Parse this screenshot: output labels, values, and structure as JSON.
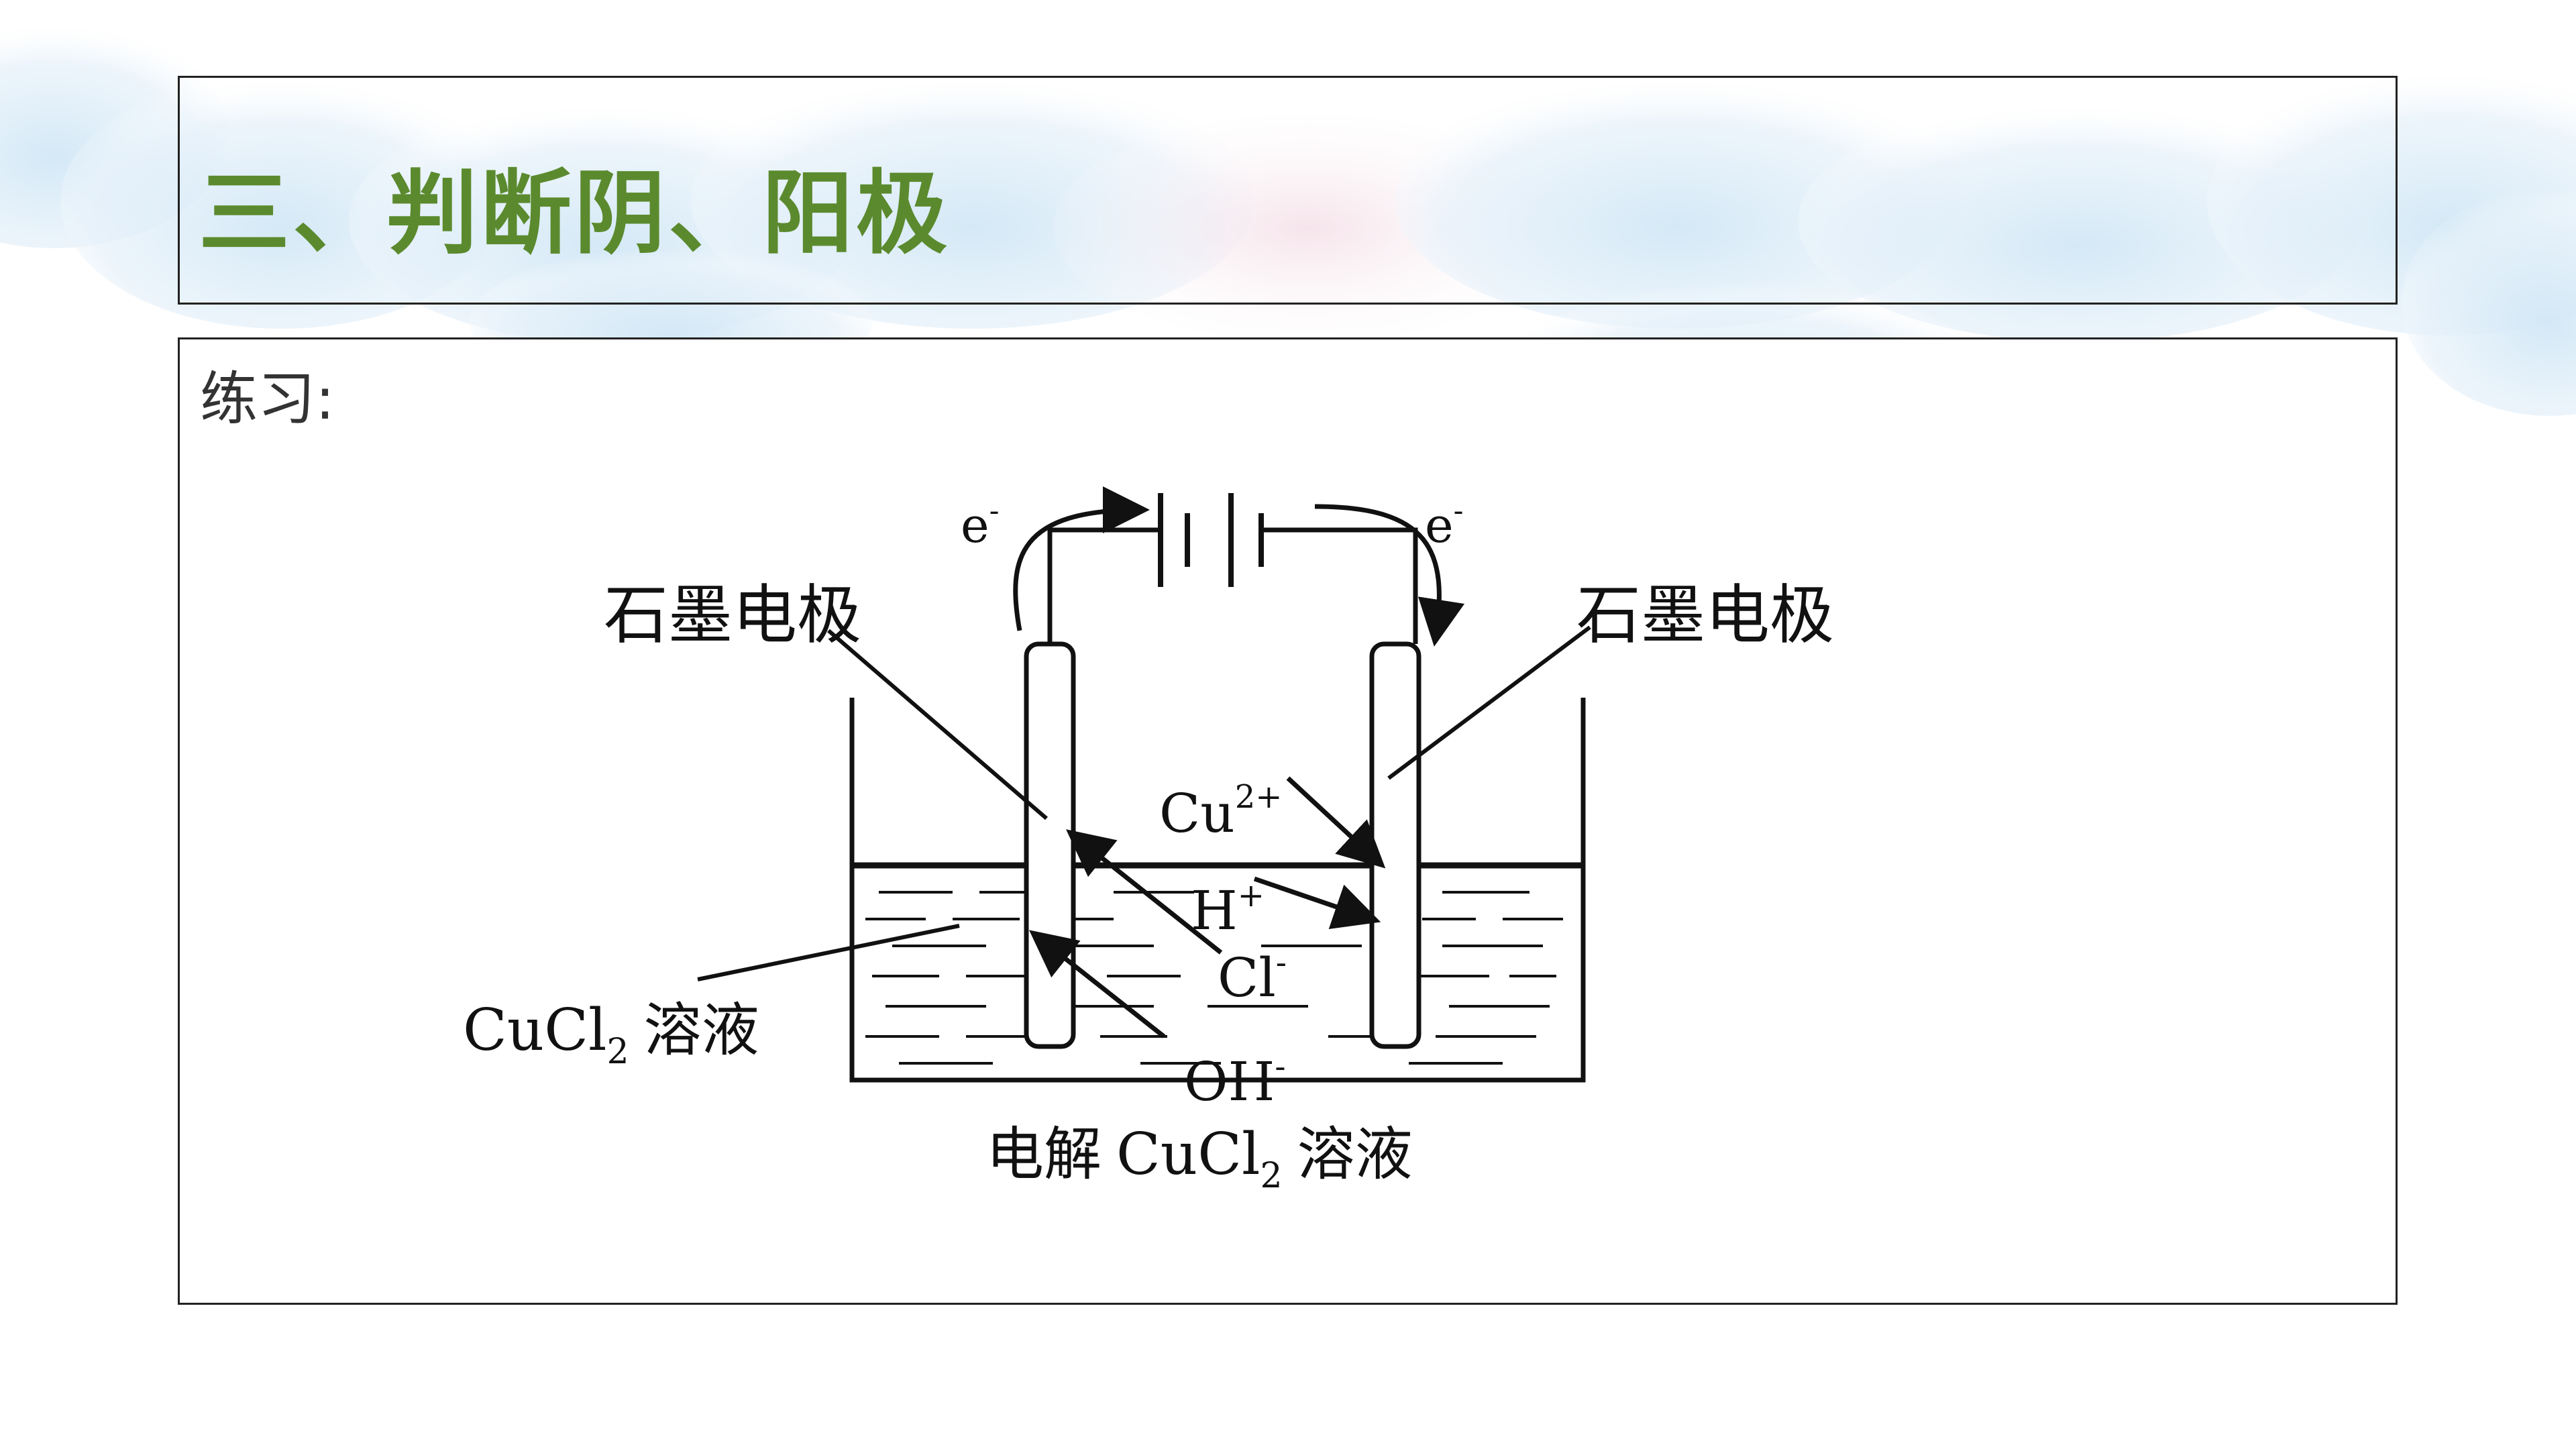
{
  "slide": {
    "title": "三、判断阴、阳极",
    "practice_label": "练习:"
  },
  "diagram": {
    "electrode_left_label": "石墨电极",
    "electrode_right_label": "石墨电极",
    "electron_left": "e",
    "electron_left_sup": "-",
    "electron_right": "e",
    "electron_right_sup": "-",
    "cu_ion": "Cu",
    "cu_ion_sup": "2+",
    "h_ion": "H",
    "h_ion_sup": "+",
    "cl_ion": "Cl",
    "cl_ion_sup": "-",
    "oh_ion": "OH",
    "oh_ion_sup": "-",
    "solution_label_formula": "CuCl",
    "solution_label_sub": "2",
    "solution_label_text": "溶液",
    "caption_prefix": "电解",
    "caption_formula": "CuCl",
    "caption_sub": "2",
    "caption_text": "溶液"
  },
  "colors": {
    "title_green": "#5b8a2e",
    "line": "#111111"
  }
}
